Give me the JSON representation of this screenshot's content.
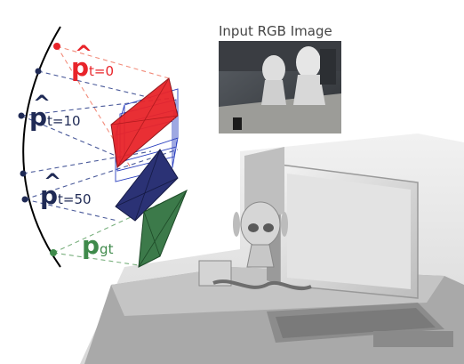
{
  "input_title": "Input RGB Image",
  "poses": [
    {
      "symbol": "p",
      "subscript": "t=0",
      "color": "#e8242a"
    },
    {
      "symbol": "p",
      "subscript": "t=10",
      "color": "#1f2a55"
    },
    {
      "symbol": "p",
      "subscript": "t=50",
      "color": "#1f2a55"
    },
    {
      "symbol": "p",
      "subscript": "gt",
      "color": "#3f8a4b"
    }
  ],
  "colors": {
    "pose_t0": "#e8242a",
    "pose_intermediate": "#2b3275",
    "pose_gt": "#3c7a4a",
    "trajectory": "#000000",
    "scene": "#c8c8c8"
  },
  "icons": [
    "camera-frustum-icon",
    "trajectory-arc"
  ]
}
